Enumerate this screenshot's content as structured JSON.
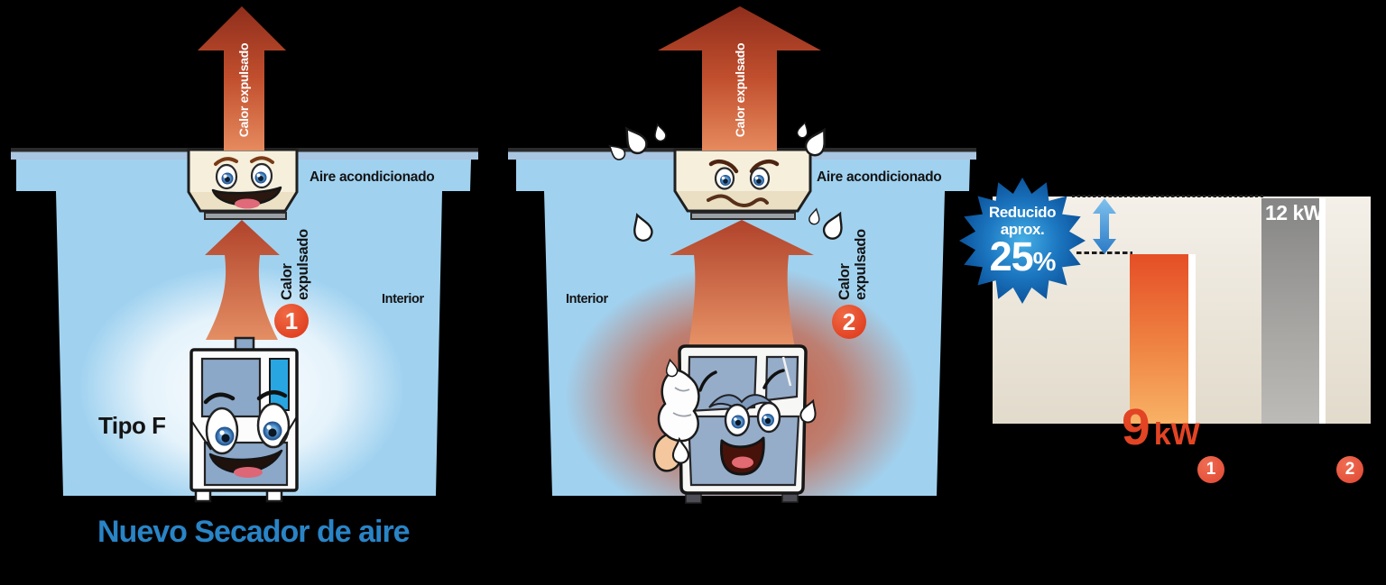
{
  "panels": {
    "left": {
      "top_arrow_label": "Calor expulsado",
      "inner_arrow_label": {
        "line1": "Calor",
        "line2": "expulsado"
      },
      "ac_label": "Aire acondicionado",
      "interior_label": "Interior",
      "type_label": "Tipo F",
      "badge": "1",
      "caption": "Nuevo Secador de aire"
    },
    "middle": {
      "top_arrow_label": "Calor expulsado",
      "inner_arrow_label": {
        "line1": "Calor",
        "line2": "expulsado"
      },
      "ac_label": "Aire acondicionado",
      "interior_label": "Interior",
      "badge": "2"
    }
  },
  "chart": {
    "reduction_badge": {
      "line1": "Reducido",
      "line2": "aprox.",
      "value": "25",
      "unit": "%"
    },
    "bar1_value": "9",
    "bar1_unit": "kW",
    "bar2_label": "12 kW",
    "badge1": "1",
    "badge2": "2"
  },
  "chart_data": {
    "type": "bar",
    "categories": [
      "1",
      "2"
    ],
    "values": [
      9,
      12
    ],
    "unit": "kW",
    "annotation": "Reducido aprox. 25%",
    "bar_colors": [
      "#ee7f3b",
      "#9a9a9a"
    ],
    "ylim": [
      0,
      12
    ],
    "value_labels": [
      "9 kW",
      "12 kW"
    ],
    "legend_position": "below"
  },
  "colors": {
    "background": "#000000",
    "room_blue": "#a0d2f0",
    "ceiling_blue": "#a9c6e2",
    "heat_arrow": "#c14f2e",
    "caption_blue": "#2984c6",
    "badge_orange": "#e8512f",
    "starburst_blue": "#1d78c2",
    "kw9_red": "#e24424"
  }
}
